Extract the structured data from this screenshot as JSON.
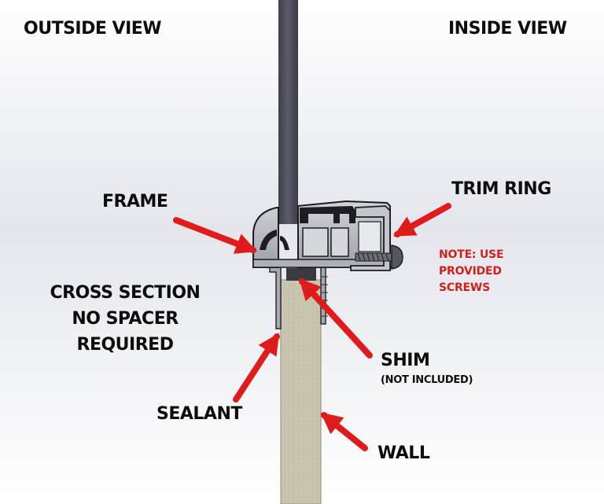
{
  "views": {
    "outside": "OUTSIDE VIEW",
    "inside": "INSIDE VIEW"
  },
  "labels": {
    "frame": "FRAME",
    "trim_ring": "TRIM RING",
    "note_line1": "NOTE: USE",
    "note_line2": "PROVIDED",
    "note_line3": "SCREWS",
    "cross_line1": "CROSS SECTION",
    "cross_line2": "NO SPACER",
    "cross_line3": "REQUIRED",
    "shim": "SHIM",
    "shim_note": "(NOT INCLUDED)",
    "sealant": "SEALANT",
    "wall": "WALL"
  },
  "colors": {
    "arrow": "#e01b1b",
    "note_text": "#d0211c",
    "label_text": "#0d0d0d",
    "wall": "#c8c3ad",
    "glass": "#4e4f5a",
    "frame_metal": "#b9bcc4",
    "background": "#f2f3f7"
  }
}
